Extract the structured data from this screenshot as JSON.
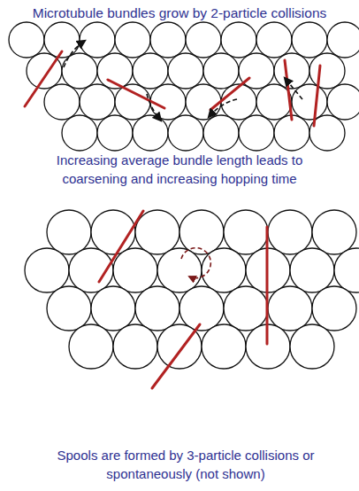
{
  "diagram": {
    "title": "Microtubule bundles grow by 2-particle collisions",
    "labels": [
      "Increasing average bundle length leads to coarsening and increasing hopping time"
    ],
    "caption": "Spools are formed by 3-particle collisions or spontaneously (not shown)"
  }
}
